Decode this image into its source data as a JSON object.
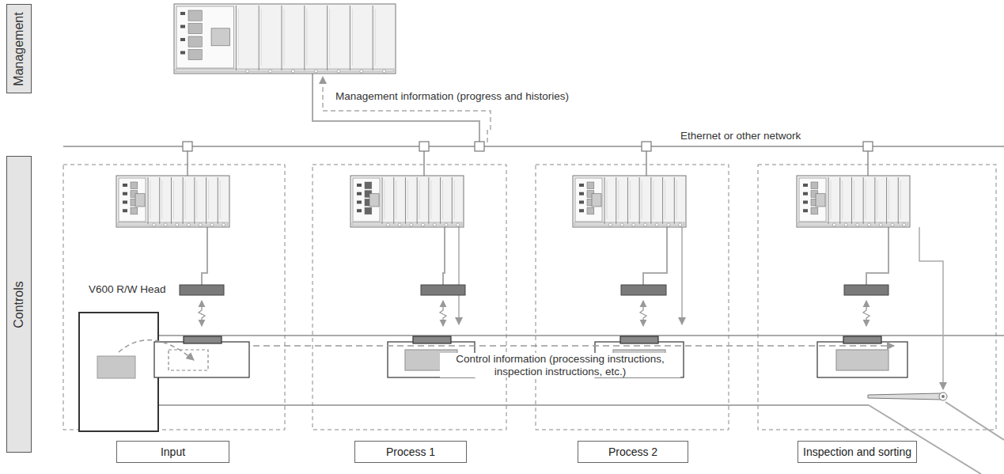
{
  "diagram": {
    "nodes": [
      {
        "text": [
          "Management"
        ]
      },
      {
        "text": [
          "Controls"
        ]
      },
      {
        "text": [
          "Input"
        ]
      },
      {
        "text": [
          "Process 1"
        ]
      },
      {
        "text": [
          "Process 2"
        ]
      },
      {
        "text": [
          "Inspection and sorting"
        ]
      }
    ],
    "labels": [
      "Management information (progress and histories)",
      "Ethernet or other network",
      "V600 R/W Head",
      "Control information (processing instructions, inspection instructions, etc.)"
    ]
  }
}
